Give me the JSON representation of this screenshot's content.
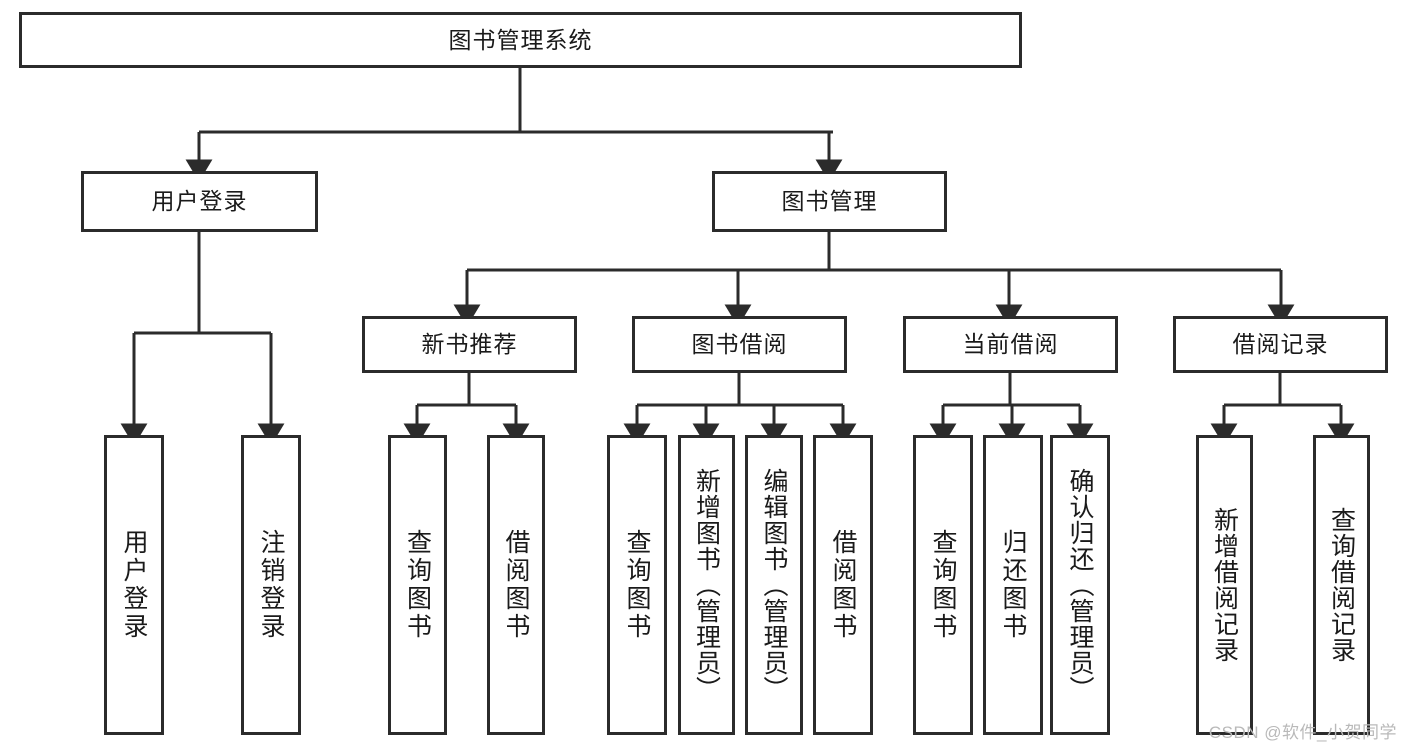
{
  "diagram": {
    "title": "图书管理系统",
    "type": "tree-hierarchy-chart",
    "colors": {
      "stroke": "#2b2b2b",
      "fill": "#ffffff",
      "text": "#1a1a1a",
      "watermark": "#b9b9b9"
    },
    "root": {
      "label": "图书管理系统"
    },
    "level1": [
      {
        "label": "用户登录"
      },
      {
        "label": "图书管理"
      }
    ],
    "level2": [
      {
        "label": "新书推荐"
      },
      {
        "label": "图书借阅"
      },
      {
        "label": "当前借阅"
      },
      {
        "label": "借阅记录"
      }
    ],
    "leaves": {
      "user_login": [
        {
          "label": "用户登录"
        },
        {
          "label": "注销登录"
        }
      ],
      "new_book_recommend": [
        {
          "label": "查询图书"
        },
        {
          "label": "借阅图书"
        }
      ],
      "book_borrow": [
        {
          "label": "查询图书"
        },
        {
          "label": "新增图书（管理员）"
        },
        {
          "label": "编辑图书（管理员）"
        },
        {
          "label": "借阅图书"
        }
      ],
      "current_borrow": [
        {
          "label": "查询图书"
        },
        {
          "label": "归还图书"
        },
        {
          "label": "确认归还（管理员）"
        }
      ],
      "borrow_record": [
        {
          "label": "新增借阅记录"
        },
        {
          "label": "查询借阅记录"
        }
      ]
    }
  },
  "watermark": {
    "text": "CSDN @软件_小贺同学"
  }
}
